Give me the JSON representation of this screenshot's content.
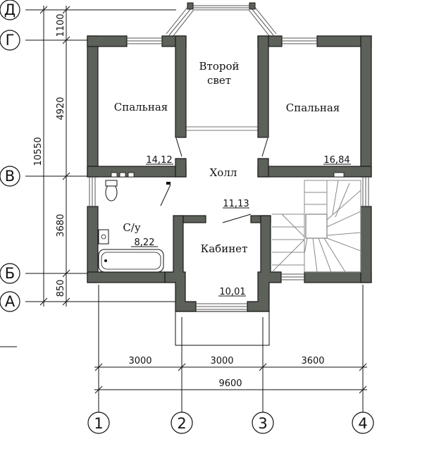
{
  "axes_letters": [
    "Д",
    "Г",
    "В",
    "Б",
    "А"
  ],
  "axes_numbers": [
    "1",
    "2",
    "3",
    "4"
  ],
  "rooms": {
    "bedroom_left": {
      "name": "Спальная",
      "area": "14,12"
    },
    "second_light": {
      "name_line1": "Второй",
      "name_line2": "свет"
    },
    "bedroom_right": {
      "name": "Спальная",
      "area": "16,84"
    },
    "hall": {
      "name": "Холл",
      "area": "11,13"
    },
    "bathroom": {
      "name": "С/у",
      "area": "8,22"
    },
    "study": {
      "name": "Кабинет",
      "area": "10,01"
    }
  },
  "dimensions": {
    "vertical_total": "10550",
    "vertical_parts": [
      "1100",
      "4920",
      "3680",
      "850"
    ],
    "horizontal_parts": [
      "3000",
      "3000",
      "3600"
    ],
    "horizontal_total": "9600"
  }
}
